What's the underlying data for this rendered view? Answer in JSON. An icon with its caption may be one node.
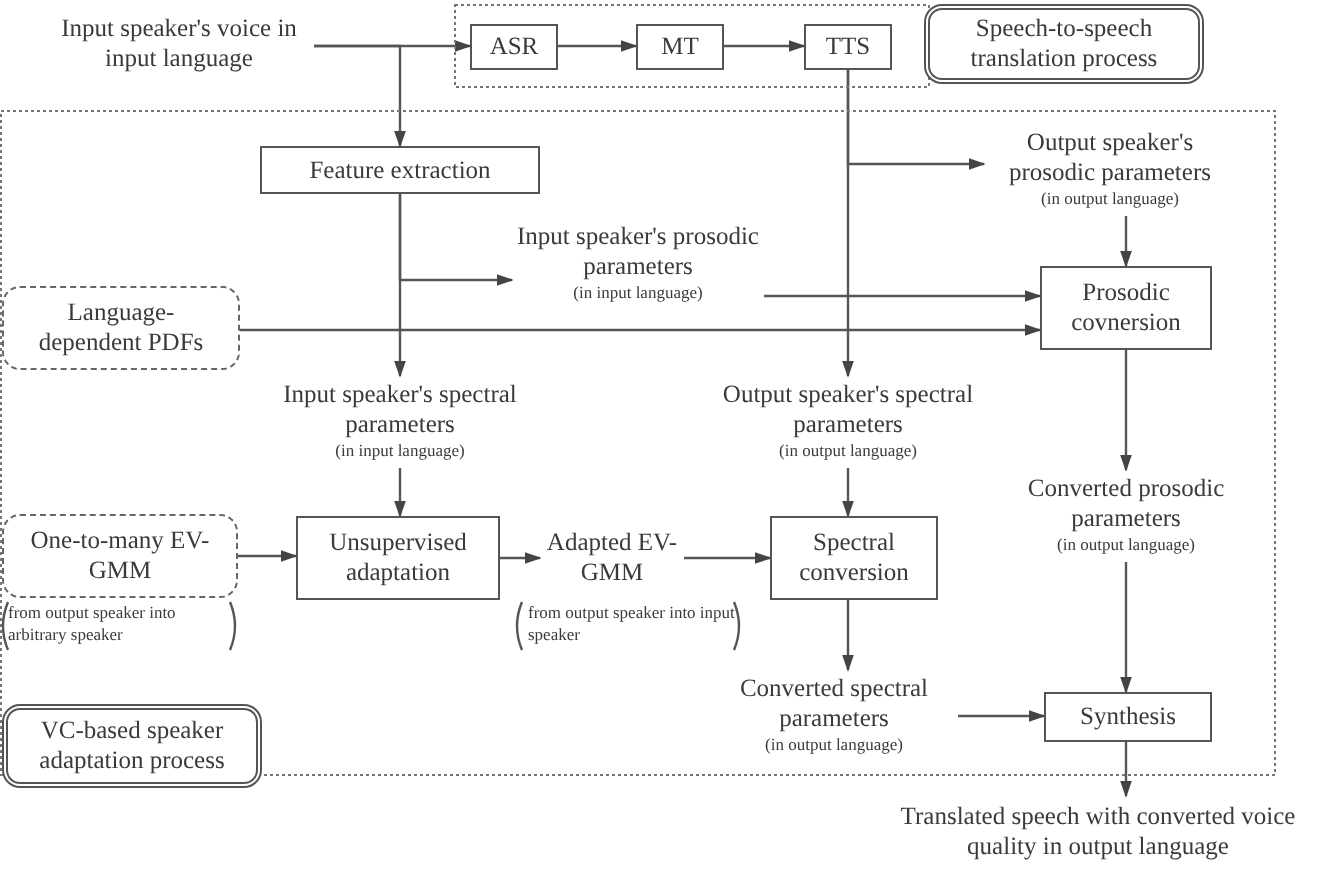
{
  "diagram": {
    "nodes": [
      {
        "text": [
          "Speech-to-speech translation process"
        ]
      },
      {
        "text": [
          "ASR"
        ],
        "in": 0
      },
      {
        "text": [
          "MT"
        ],
        "in": 0
      },
      {
        "text": [
          "TTS"
        ],
        "in": 0
      },
      {
        "text": [
          "Input speaker's voice in input language"
        ]
      },
      {
        "text": [
          "VC-based speaker adaptation process"
        ]
      },
      {
        "text": [
          "Feature extraction"
        ],
        "in": 5
      },
      {
        "text": [
          "Input speaker's prosodic parameters",
          "(in input language)"
        ],
        "in": 5
      },
      {
        "text": [
          "Output speaker's prosodic parameters",
          "(in output language)"
        ],
        "in": 5
      },
      {
        "text": [
          "Language-dependent PDFs"
        ],
        "in": 5
      },
      {
        "text": [
          "Prosodic covnersion"
        ],
        "in": 5
      },
      {
        "text": [
          "Input speaker's spectral parameters",
          "(in input language)"
        ],
        "in": 5
      },
      {
        "text": [
          "Output speaker's spectral parameters",
          "(in output language)"
        ],
        "in": 5
      },
      {
        "text": [
          "Converted prosodic parameters",
          "(in output language)"
        ],
        "in": 5
      },
      {
        "text": [
          "One-to-many EV-GMM"
        ],
        "beside": [
          "from output speaker into arbitrary speaker"
        ],
        "in": 5
      },
      {
        "text": [
          "Unsupervised adaptation"
        ],
        "in": 5
      },
      {
        "text": [
          "Adapted EV-GMM"
        ],
        "beside": [
          "from output speaker into input speaker"
        ],
        "in": 5
      },
      {
        "text": [
          "Spectral conversion"
        ],
        "in": 5
      },
      {
        "text": [
          "Converted spectral parameters",
          "(in output language)"
        ],
        "in": 5
      },
      {
        "text": [
          "Synthesis"
        ],
        "in": 5
      },
      {
        "text": [
          "Translated speech with converted voice quality in output language"
        ]
      }
    ],
    "edges": [
      {
        "from": 4,
        "to": 1,
        "arrow": "to"
      },
      {
        "from": 4,
        "to": 6,
        "arrow": "to"
      },
      {
        "from": 1,
        "to": 2,
        "arrow": "to"
      },
      {
        "from": 2,
        "to": 3,
        "arrow": "to"
      },
      {
        "from": 3,
        "to": 8,
        "arrow": "to"
      },
      {
        "from": 3,
        "to": 12,
        "arrow": "to"
      },
      {
        "from": 6,
        "to": 7,
        "arrow": "to"
      },
      {
        "from": 6,
        "to": 11,
        "arrow": "to"
      },
      {
        "from": 7,
        "to": 10,
        "arrow": "to"
      },
      {
        "from": 9,
        "to": 10,
        "arrow": "to"
      },
      {
        "from": 8,
        "to": 10,
        "arrow": "to"
      },
      {
        "from": 10,
        "to": 13,
        "arrow": "to"
      },
      {
        "from": 11,
        "to": 15,
        "arrow": "to"
      },
      {
        "from": 14,
        "to": 15,
        "arrow": "to"
      },
      {
        "from": 15,
        "to": 16,
        "arrow": "to"
      },
      {
        "from": 16,
        "to": 17,
        "arrow": "to"
      },
      {
        "from": 12,
        "to": 17,
        "arrow": "to"
      },
      {
        "from": 17,
        "to": 18,
        "arrow": "to"
      },
      {
        "from": 18,
        "to": 19,
        "arrow": "to"
      },
      {
        "from": 13,
        "to": 19,
        "arrow": "to"
      },
      {
        "from": 19,
        "to": 20,
        "arrow": "to"
      }
    ]
  }
}
